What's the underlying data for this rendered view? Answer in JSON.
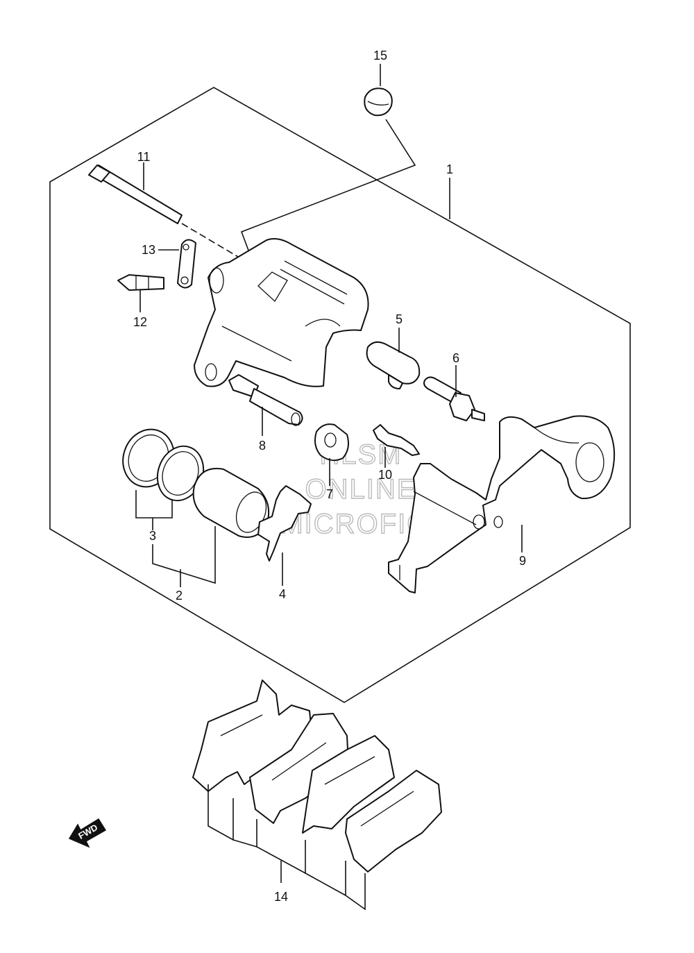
{
  "callouts": {
    "c1": "1",
    "c2": "2",
    "c3": "3",
    "c4": "4",
    "c5": "5",
    "c6": "6",
    "c7": "7",
    "c8": "8",
    "c9": "9",
    "c10": "10",
    "c11": "11",
    "c12": "12",
    "c13": "13",
    "c14": "14",
    "c15": "15"
  },
  "watermark": {
    "line1": "HLSM",
    "line2": "ONLINE",
    "line3": "MICROFICHE"
  },
  "direction_badge": "FWD"
}
